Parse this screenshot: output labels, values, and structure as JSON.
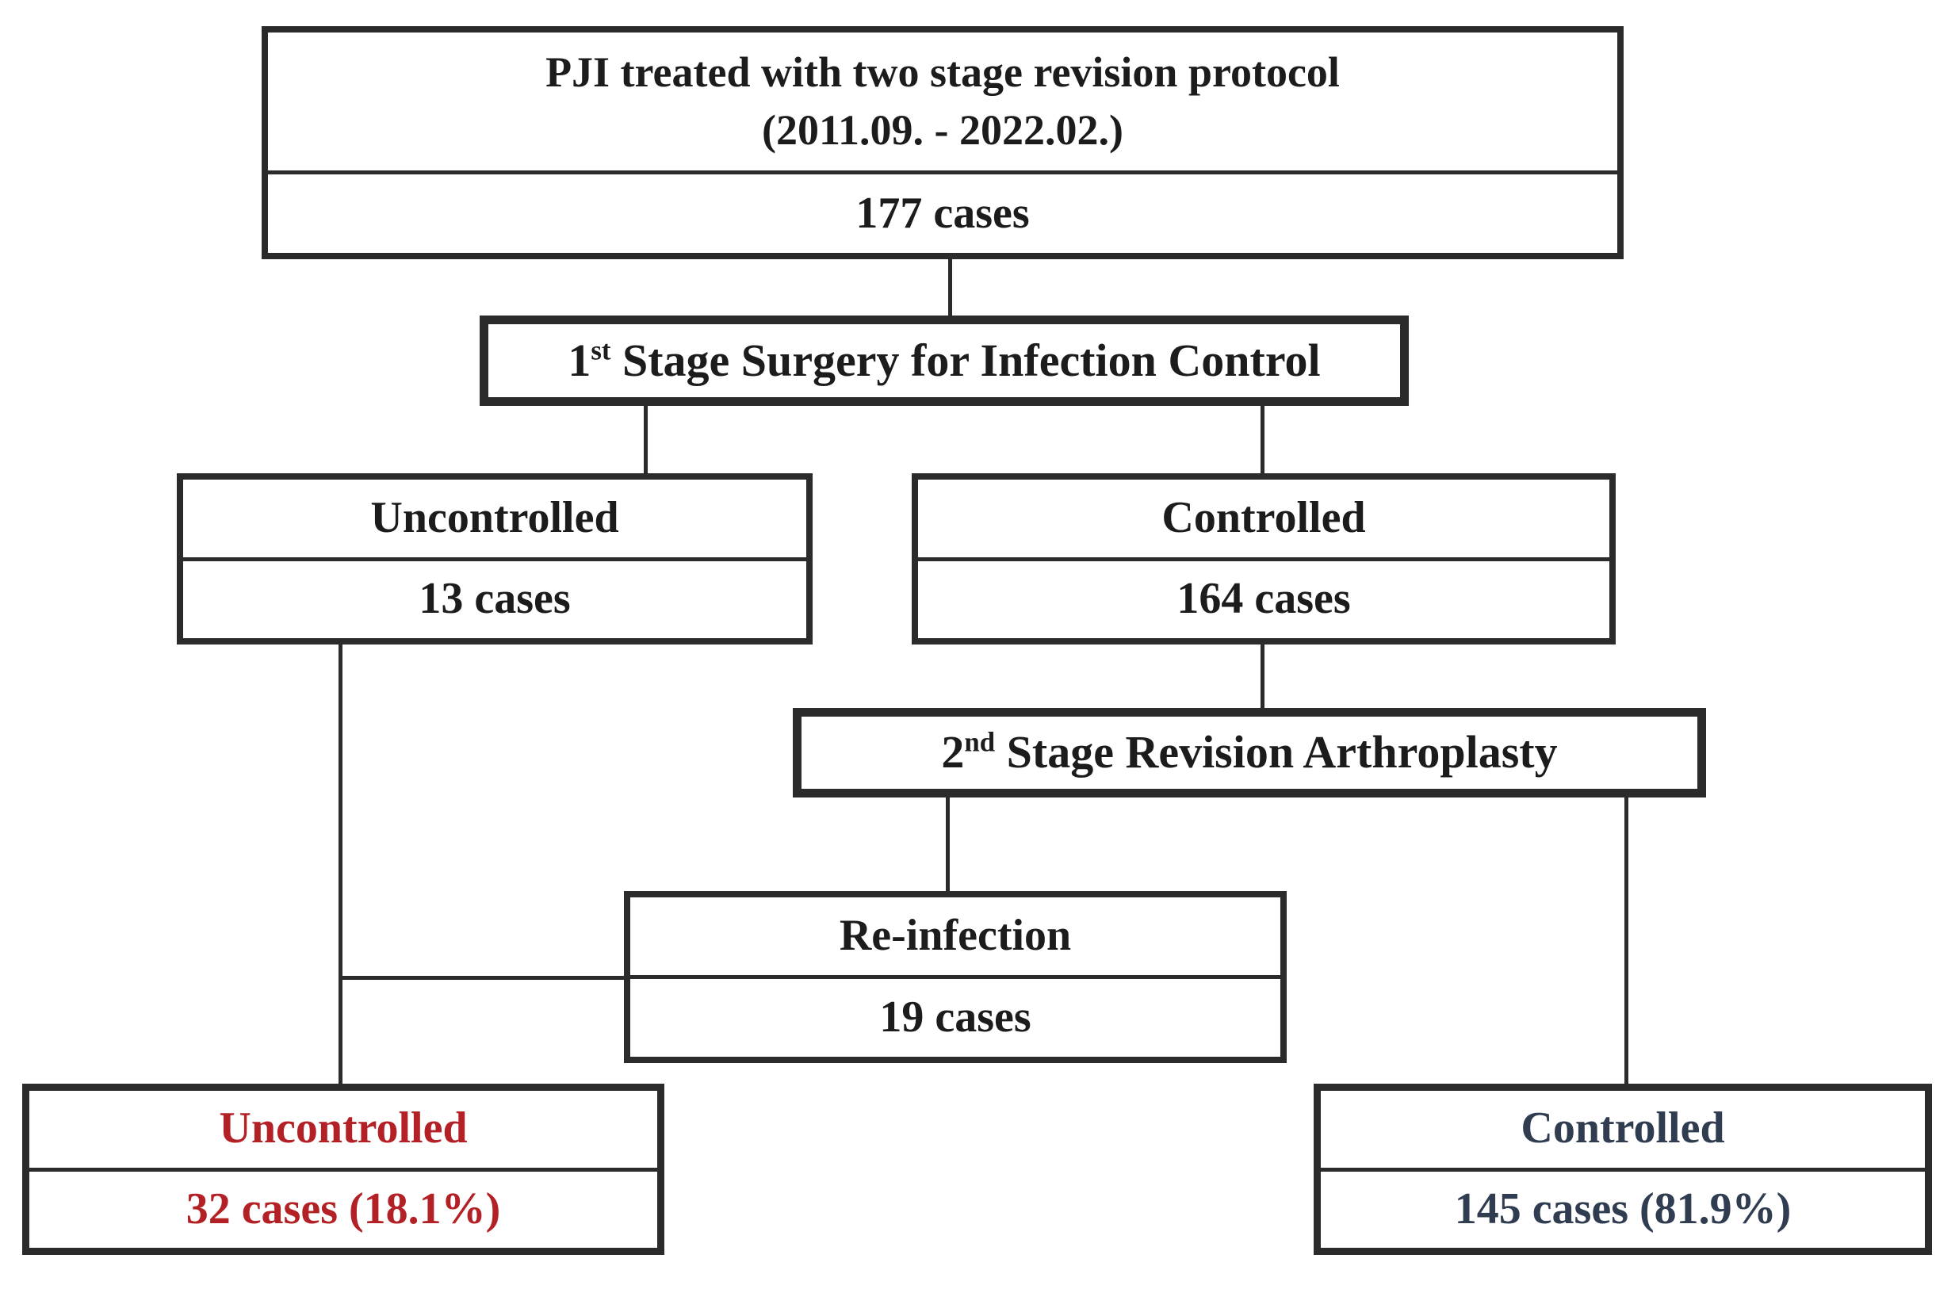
{
  "diagram": {
    "root_box": {
      "title_line1": "PJI treated with two stage revision protocol",
      "title_line2": "(2011.09. - 2022.02.)",
      "cases": "177 cases"
    },
    "stage1_box": {
      "num": "1",
      "sup": "st",
      "rest": " Stage Surgery for Infection Control"
    },
    "uncontrolled_interim_box": {
      "label": "Uncontrolled",
      "cases": "13 cases"
    },
    "controlled_interim_box": {
      "label": "Controlled",
      "cases": "164 cases"
    },
    "stage2_box": {
      "num": "2",
      "sup": "nd",
      "rest": " Stage Revision Arthroplasty"
    },
    "reinfection_box": {
      "label": "Re-infection",
      "cases": "19 cases"
    },
    "final_uncontrolled_box": {
      "label": "Uncontrolled",
      "cases": "32 cases (18.1%)",
      "color": "#b32025"
    },
    "final_controlled_box": {
      "label": "Controlled",
      "cases": "145 cases (81.9%)",
      "color": "#303c50"
    },
    "colors": {
      "line": "#2b2b2b",
      "text": "#1c1c1c",
      "uncontrolled_accent": "#b32025",
      "controlled_accent": "#303c50"
    }
  }
}
